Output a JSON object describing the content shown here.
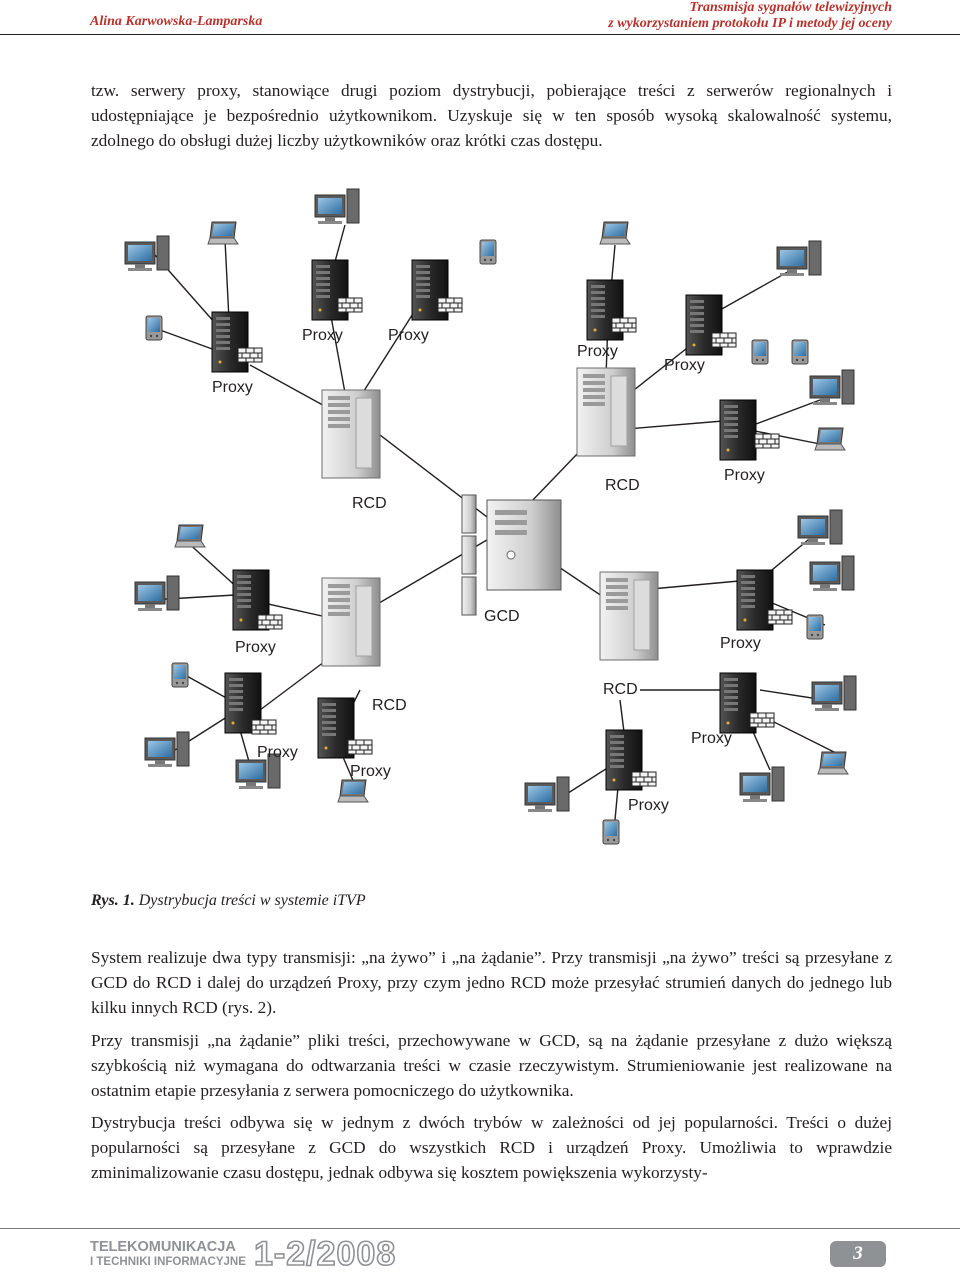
{
  "header": {
    "author": "Alina Karwowska-Lamparska",
    "title_line1": "Transmisja sygnałów telewizyjnych",
    "title_line2": "z wykorzystaniem protokołu IP i metody jej oceny"
  },
  "paragraphs": {
    "p1": "tzw. serwery proxy, stanowiące drugi poziom dystrybucji, pobierające treści z serwerów regionalnych i udostępniające je bezpośrednio użytkownikom. Uzyskuje się w ten sposób wysoką skalowalność systemu, zdolnego do obsługi dużej liczby użytkowników oraz krótki czas dostępu.",
    "p2": "System realizuje dwa typy transmisji: „na żywo” i „na żądanie”. Przy transmisji „na żywo” treści są przesyłane z GCD do RCD i dalej do urządzeń Proxy, przy czym jedno RCD może przesyłać strumień danych do jednego lub kilku innych RCD (rys. 2).",
    "p3": "Przy transmisji „na żądanie” pliki treści, przechowywane w GCD, są na żądanie przesyłane z dużo większą szybkością niż wymagana do odtwarzania treści w czasie rzeczywistym. Strumieniowanie jest realizowane na ostatnim etapie przesyłania z serwera pomocniczego do użytkownika.",
    "p4": "Dystrybucja treści odbywa się w jednym z dwóch trybów w zależności od jej popularności. Treści o dużej popularności są przesyłane z GCD do wszystkich RCD i urządzeń Proxy. Umożliwia to wprawdzie zminimalizowanie czasu dostępu, jednak odbywa się kosztem powiększenia wykorzysty-"
  },
  "figure": {
    "caption_prefix": "Rys. 1.",
    "caption_text": "Dystrybucja treści w systemie iTVP",
    "labels": {
      "gcd": "GCD",
      "rcd": "RCD",
      "proxy": "Proxy"
    },
    "icons": [
      "server-tower-icon",
      "rack-server-icon",
      "firewall-icon",
      "desktop-computer-icon",
      "laptop-icon",
      "pda-icon"
    ]
  },
  "footer": {
    "brand_line1": "TELEKOMUNIKACJA",
    "brand_line2": "I TECHNIKI INFORMACYJNE",
    "issue": "1-2/2008",
    "page_number": "3"
  },
  "colors": {
    "header_accent": "#b7322c",
    "footer_gray": "#8f9295",
    "text": "#231f20"
  }
}
